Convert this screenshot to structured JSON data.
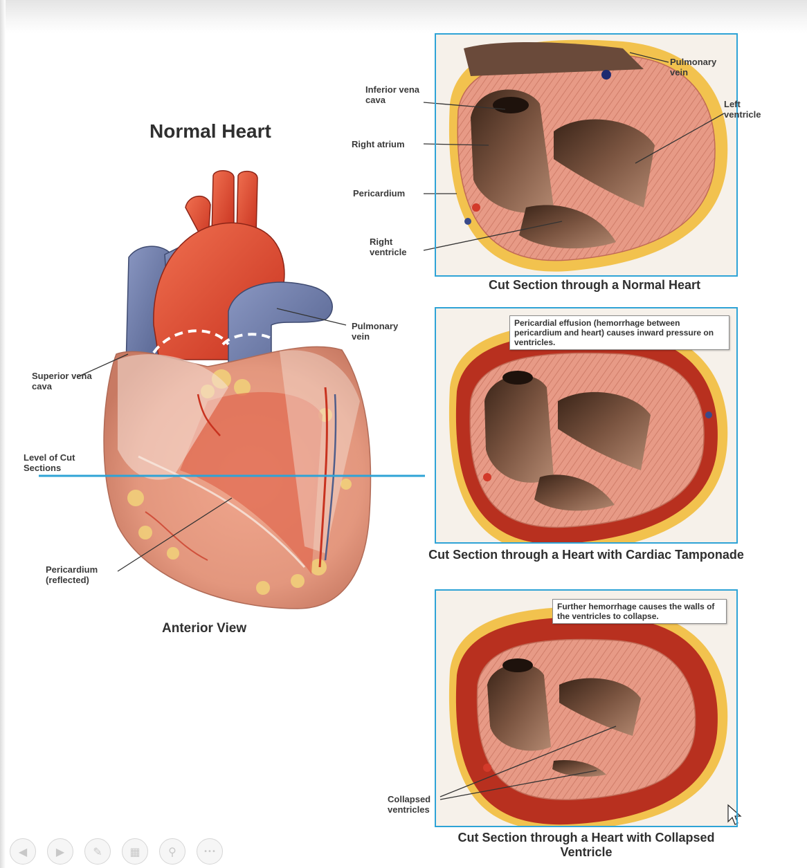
{
  "heart": {
    "title": "Normal Heart",
    "view_label": "Anterior View",
    "labels": {
      "superior_vena_cava": "Superior vena cava",
      "pulmonary_vein": "Pulmonary vein",
      "level_of_cut": "Level of Cut Sections",
      "pericardium_reflected": "Pericardium (reflected)"
    }
  },
  "panels": [
    {
      "caption": "Cut Section through a Normal Heart",
      "labels": {
        "inferior_vena_cava": "Inferior vena cava",
        "right_atrium": "Right atrium",
        "pericardium": "Pericardium",
        "right_ventricle": "Right ventricle",
        "pulmonary_vein": "Pulmonary vein",
        "left_ventricle": "Left ventricle"
      }
    },
    {
      "caption": "Cut Section through a Heart with Cardiac Tamponade",
      "callout": "Pericardial effusion (hemorrhage between pericardium and heart) causes inward pressure on ventricles."
    },
    {
      "caption": "Cut Section through a Heart with Collapsed Ventricle",
      "callout": "Further hemorrhage causes the walls of the ventricles to collapse.",
      "labels": {
        "collapsed_ventricles": "Collapsed ventricles"
      }
    }
  ],
  "toolbar": {
    "buttons": [
      {
        "name": "previous-slide-icon",
        "glyph": "◀"
      },
      {
        "name": "next-slide-icon",
        "glyph": "▶"
      },
      {
        "name": "pen-icon",
        "glyph": "✎"
      },
      {
        "name": "slides-grid-icon",
        "glyph": "▦"
      },
      {
        "name": "zoom-icon",
        "glyph": "⚲"
      },
      {
        "name": "more-options-icon",
        "glyph": "•••"
      }
    ]
  },
  "colors": {
    "panel_border": "#2ea3d6",
    "cut_line": "#2ea3d6",
    "artery_red": "#e0452e",
    "vein_blue": "#6a7aa8",
    "muscle_pink": "#e79a86"
  }
}
